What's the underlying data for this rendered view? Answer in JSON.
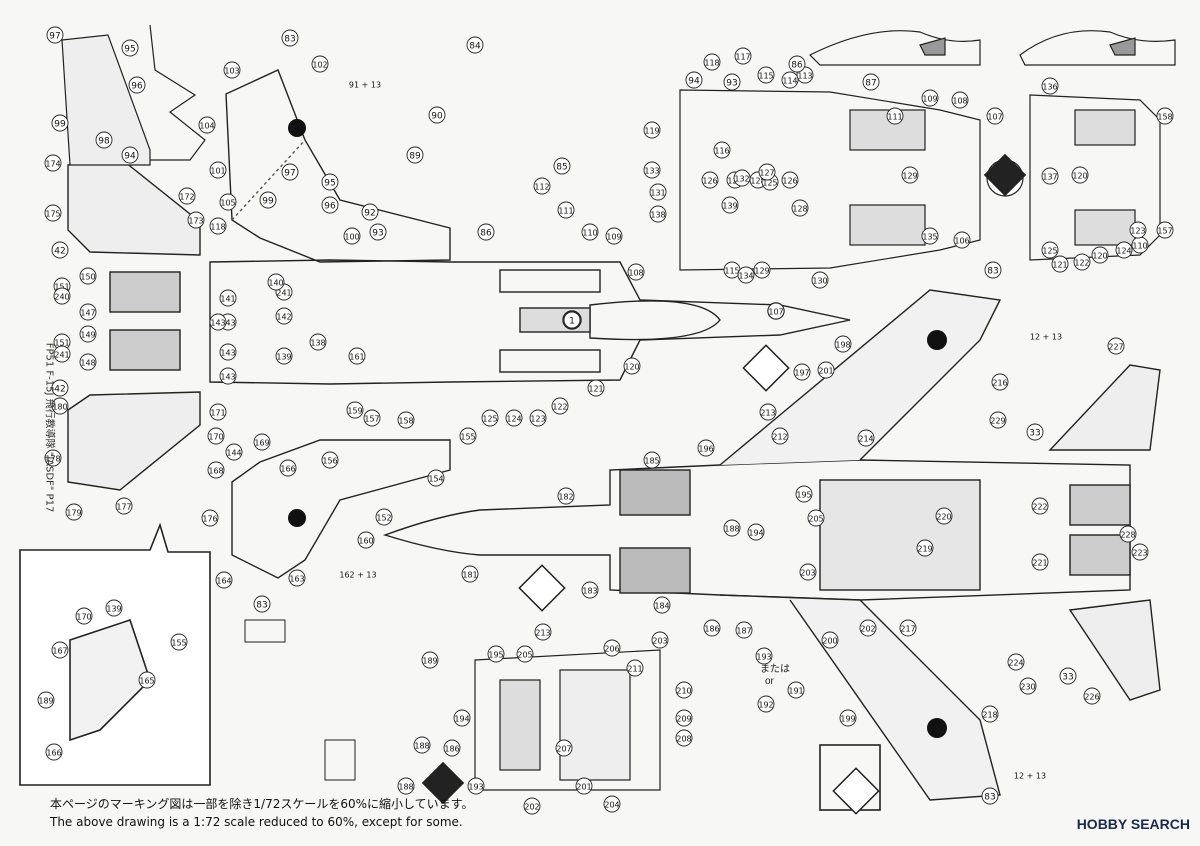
{
  "caption_jp": "本ページのマーキング図は一部を除き1/72スケールを60%に縮小しています。",
  "caption_en": "The above drawing is a 1:72 scale reduced to 60%, except for some.",
  "side_text": "FP51 F-15J 飛行教導隊 \"JASDF\" P17",
  "brand": "HOBBY SEARCH",
  "or_text_jp": "または",
  "or_text_en": "or",
  "callouts_top_left": [
    "97",
    "95",
    "96",
    "99",
    "98",
    "94",
    "83",
    "103",
    "102",
    "91 + 13",
    "84",
    "104",
    "90",
    "101",
    "89",
    "97",
    "95",
    "96",
    "99",
    "92",
    "93",
    "86",
    "105",
    "100",
    "118",
    "174",
    "175",
    "172",
    "173",
    "42",
    "150",
    "151",
    "147",
    "149",
    "151",
    "148",
    "42",
    "180",
    "178",
    "179",
    "177",
    "176",
    "168",
    "164",
    "163",
    "83",
    "162 + 13",
    "171",
    "170",
    "144",
    "169",
    "166",
    "156",
    "159",
    "157",
    "158",
    "155",
    "152",
    "160",
    "154",
    "161",
    "138",
    "139",
    "142",
    "141",
    "143",
    "143",
    "143",
    "143",
    "240",
    "241",
    "241",
    "140",
    "119"
  ],
  "callouts_center": [
    "85",
    "112",
    "111",
    "110",
    "109",
    "108",
    "107",
    "1",
    "120",
    "121",
    "122",
    "123",
    "124",
    "125",
    "126",
    "127",
    "128",
    "129",
    "120"
  ],
  "callouts_top_right": [
    "117",
    "113",
    "116",
    "115",
    "114",
    "118",
    "94",
    "93",
    "86",
    "87",
    "111",
    "109",
    "108",
    "107",
    "119",
    "133",
    "131",
    "138",
    "139",
    "132",
    "135",
    "106",
    "126",
    "125",
    "127",
    "128",
    "129",
    "130",
    "115",
    "134",
    "136",
    "137",
    "158",
    "157",
    "110",
    "120",
    "121",
    "122",
    "123",
    "124",
    "125"
  ],
  "callouts_right": [
    "83",
    "12 + 13",
    "198",
    "197",
    "201",
    "213",
    "214",
    "212",
    "196",
    "216",
    "229",
    "227",
    "33",
    "222",
    "223",
    "228",
    "220",
    "205",
    "219",
    "221",
    "195",
    "194",
    "188",
    "203",
    "185",
    "182",
    "181",
    "183",
    "186",
    "187",
    "184",
    "193",
    "191",
    "192",
    "200",
    "202",
    "217",
    "218",
    "224",
    "230",
    "33",
    "226",
    "199",
    "12 + 13",
    "83"
  ],
  "callouts_inset_left": [
    "170",
    "139",
    "155",
    "167",
    "165",
    "189",
    "166",
    "188"
  ],
  "callouts_bottom_center": [
    "213",
    "205",
    "206",
    "211",
    "210",
    "209",
    "208",
    "207",
    "204",
    "202",
    "201",
    "195",
    "194",
    "193",
    "186",
    "189",
    "188",
    "203"
  ]
}
